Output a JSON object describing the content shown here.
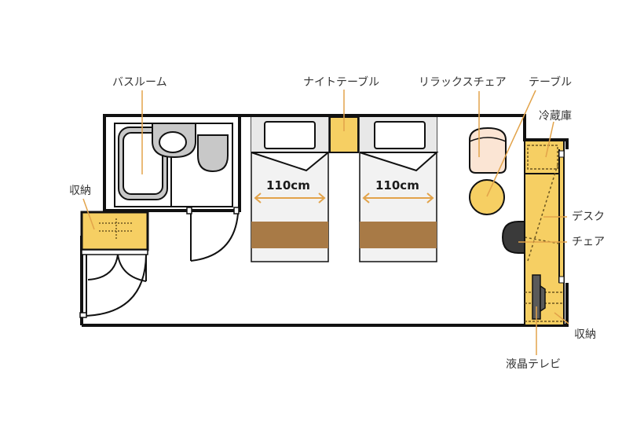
{
  "diagram": {
    "type": "hotel-room-floor-plan",
    "colors": {
      "wall": "#111111",
      "furniture_yellow": "#f6cf63",
      "leader_line": "#e2a34a",
      "bed_runner": "#a87a46",
      "bed_fill": "#f2f2f2",
      "fixture_gray": "#c8c8c8",
      "relax_chair_fill": "#fbe5d4",
      "chair_dark": "#3a3a3a",
      "tv_dark": "#5a5a5a",
      "label_text": "#333333"
    }
  },
  "labels": {
    "bathroom": "バスルーム",
    "night_table": "ナイトテーブル",
    "relax_chair": "リラックスチェア",
    "table": "テーブル",
    "fridge": "冷蔵庫",
    "storage_left": "収納",
    "desk": "デスク",
    "chair": "チェア",
    "storage_right": "収納",
    "lcd_tv": "液晶テレビ"
  },
  "beds": [
    {
      "width_label": "110cm"
    },
    {
      "width_label": "110cm"
    }
  ]
}
